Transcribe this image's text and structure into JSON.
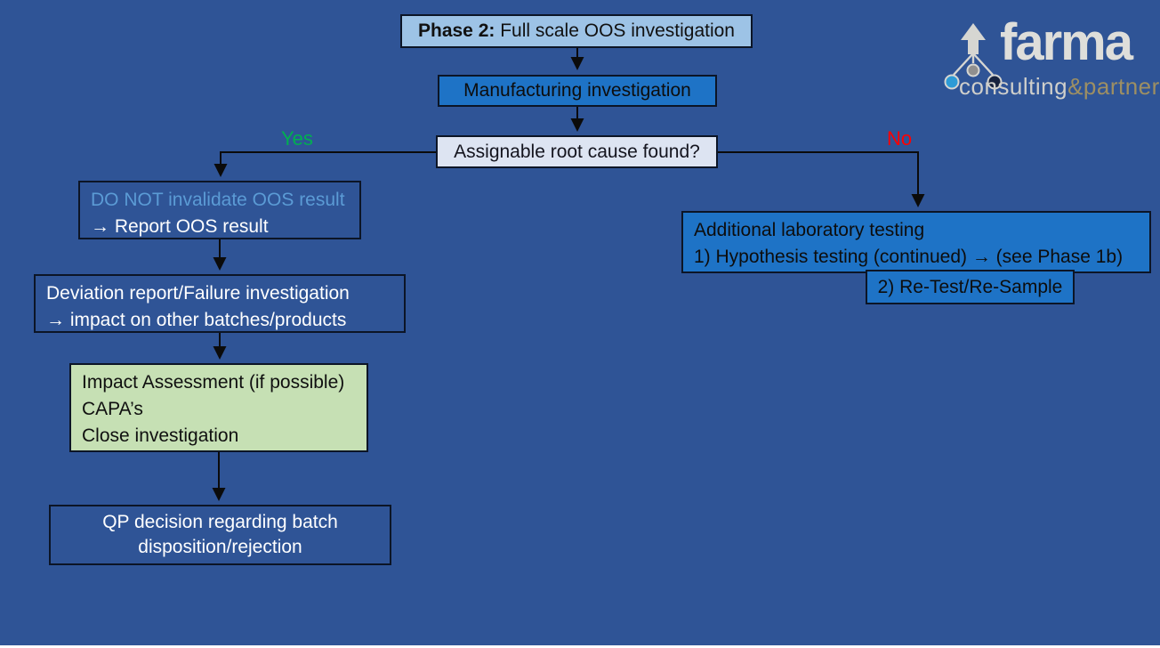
{
  "canvas": {
    "bg": "#2F5496",
    "footer_strip": "#FFFFFF"
  },
  "logo": {
    "brand": "farma",
    "tagline_left": "consulting",
    "tagline_amp": "&",
    "tagline_right": "partners",
    "icon": "network-arrow-icon",
    "colors": {
      "brand_text": "#DEDEDA",
      "tagline_left": "#CFCFCB",
      "tagline_right": "#9D8F63",
      "node_blue": "#2E9BD6",
      "node_gray": "#8F8F8F",
      "node_navy": "#17233F"
    }
  },
  "flow": {
    "phase2": {
      "prefix": "Phase 2:",
      "rest": " Full scale OOS investigation"
    },
    "manufacturing": "Manufacturing investigation",
    "assignable": "Assignable root cause found?",
    "branch_yes": "Yes",
    "branch_no": "No",
    "do_not": {
      "line1": "DO NOT invalidate OOS result",
      "line2": "→ Report OOS result"
    },
    "deviation": {
      "line1": "Deviation report/Failure investigation",
      "line2": "→ impact on other batches/products"
    },
    "impact": {
      "line1": "Impact Assessment (if possible)",
      "line2": "CAPA’s",
      "line3": "Close investigation"
    },
    "qp": {
      "line1": "QP decision regarding batch",
      "line2": "disposition/rejection"
    },
    "additional": {
      "line1": "Additional laboratory testing",
      "line2": "1) Hypothesis testing (continued) → (see Phase 1b)"
    },
    "retest": "2) Re-Test/Re-Sample",
    "colors": {
      "yes_label": "#00B050",
      "no_label": "#FF0000",
      "light_blue_box": "#9DC3E6",
      "blue_box": "#1E73C6",
      "lavender_box": "#DDE4F2",
      "green_box": "#C6E0B4",
      "outline": "#0C1526",
      "do_not_line1_text": "#5B9BD5",
      "connector": "#0B0B0B"
    }
  }
}
